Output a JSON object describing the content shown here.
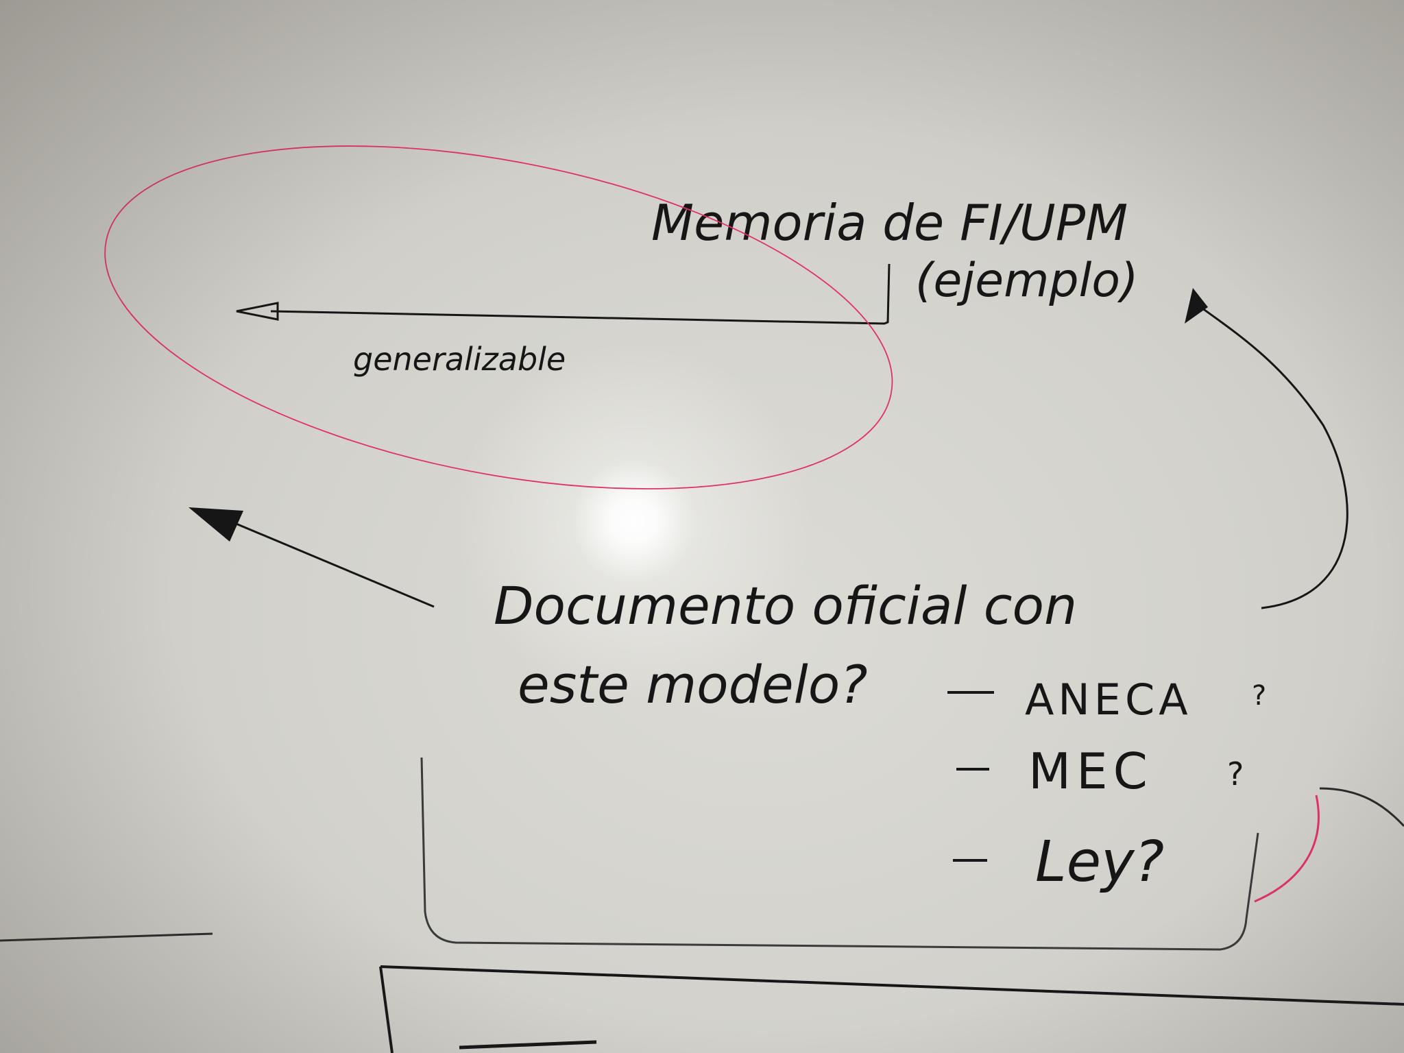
{
  "whiteboard": {
    "title_line1": "Memoria de FI/UPM",
    "title_line2": "(ejemplo)",
    "left_note": "generalizable",
    "circle_text_line1": "Documento oficial con",
    "circle_text_line2": "este modelo?",
    "options": [
      {
        "label": "ANECA",
        "mark": "?"
      },
      {
        "label": "MEC",
        "mark": "?"
      },
      {
        "label": "Ley?",
        "mark": ""
      }
    ],
    "colors": {
      "ink_black": "#161616",
      "ink_red": "#e0306a",
      "board": "#d6d5cf"
    }
  }
}
